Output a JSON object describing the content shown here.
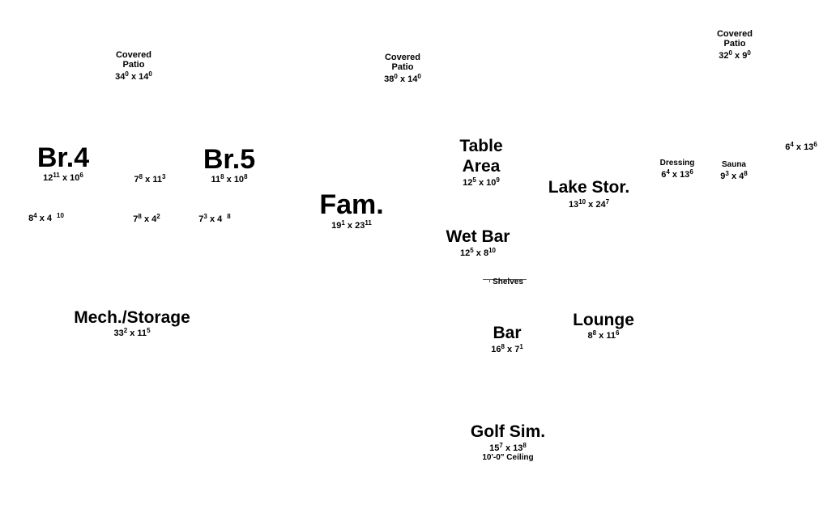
{
  "plan": {
    "rooms": {
      "covered_patio_1": {
        "name_line1": "Covered",
        "name_line2": "Patio",
        "w_ft": "34",
        "w_in": "0",
        "x": "x",
        "l_ft": "14",
        "l_in": "0"
      },
      "covered_patio_2": {
        "name_line1": "Covered",
        "name_line2": "Patio",
        "w_ft": "38",
        "w_in": "0",
        "x": "x",
        "l_ft": "14",
        "l_in": "0"
      },
      "covered_patio_3": {
        "name_line1": "Covered",
        "name_line2": "Patio",
        "w_ft": "32",
        "w_in": "0",
        "x": "x",
        "l_ft": "9",
        "l_in": "0"
      },
      "br4": {
        "name": "Br.4",
        "w_ft": "12",
        "w_in": "11",
        "x": "x",
        "l_ft": "10",
        "l_in": "6"
      },
      "closet_a": {
        "w_ft": "7",
        "w_in": "8",
        "x": "x",
        "l_ft": "11",
        "l_in": "3"
      },
      "br5": {
        "name": "Br.5",
        "w_ft": "11",
        "w_in": "8",
        "x": "x",
        "l_ft": "10",
        "l_in": "8"
      },
      "closet_b": {
        "w_ft": "8",
        "w_in": "4",
        "x": "x",
        "l_ft": "4",
        "l_in": "10"
      },
      "closet_c": {
        "w_ft": "7",
        "w_in": "8",
        "x": "x",
        "l_ft": "4",
        "l_in": "2"
      },
      "closet_d": {
        "w_ft": "7",
        "w_in": "3",
        "x": "x",
        "l_ft": "4",
        "l_in": "8"
      },
      "fam": {
        "name": "Fam.",
        "w_ft": "19",
        "w_in": "1",
        "x": "x",
        "l_ft": "23",
        "l_in": "11"
      },
      "table_area": {
        "name_line1": "Table",
        "name_line2": "Area",
        "w_ft": "12",
        "w_in": "5",
        "x": "x",
        "l_ft": "10",
        "l_in": "9"
      },
      "lake_stor": {
        "name": "Lake Stor.",
        "w_ft": "13",
        "w_in": "10",
        "x": "x",
        "l_ft": "24",
        "l_in": "7"
      },
      "dressing": {
        "name": "Dressing",
        "w_ft": "6",
        "w_in": "4",
        "x": "x",
        "l_ft": "13",
        "l_in": "6"
      },
      "sauna": {
        "name": "Sauna",
        "w_ft": "9",
        "w_in": "3",
        "x": "x",
        "l_ft": "4",
        "l_in": "8"
      },
      "closet_e": {
        "w_ft": "6",
        "w_in": "4",
        "x": "x",
        "l_ft": "13",
        "l_in": "6"
      },
      "wet_bar": {
        "name": "Wet Bar",
        "w_ft": "12",
        "w_in": "5",
        "x": "x",
        "l_ft": "8",
        "l_in": "10"
      },
      "shelves": {
        "name": "Shelves"
      },
      "mech_storage": {
        "name": "Mech./Storage",
        "w_ft": "33",
        "w_in": "2",
        "x": "x",
        "l_ft": "11",
        "l_in": "5"
      },
      "bar": {
        "name": "Bar",
        "w_ft": "16",
        "w_in": "8",
        "x": "x",
        "l_ft": "7",
        "l_in": "1"
      },
      "lounge": {
        "name": "Lounge",
        "w_ft": "8",
        "w_in": "8",
        "x": "x",
        "l_ft": "11",
        "l_in": "6"
      },
      "golf_sim": {
        "name": "Golf Sim.",
        "w_ft": "15",
        "w_in": "7",
        "x": "x",
        "l_ft": "13",
        "l_in": "8",
        "note": "10'-0\" Ceiling"
      }
    }
  }
}
